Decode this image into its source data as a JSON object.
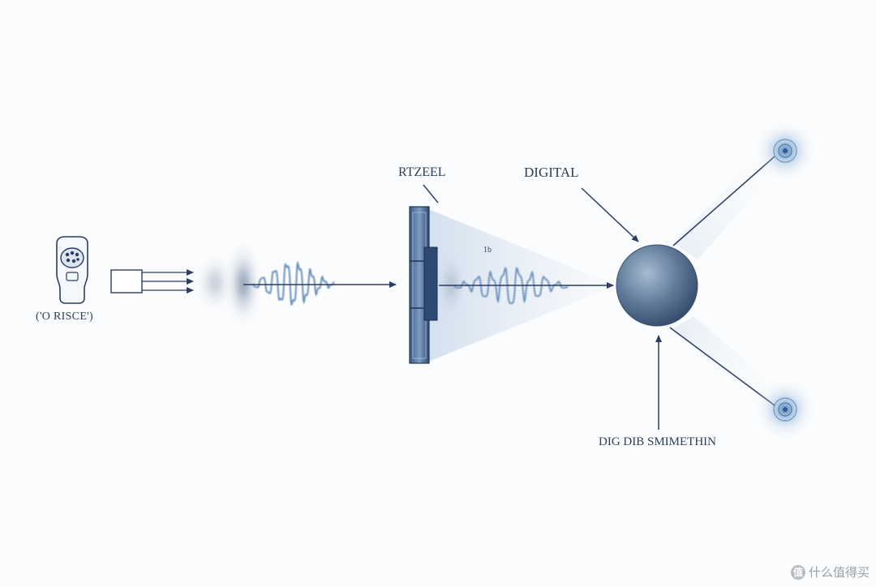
{
  "labels": {
    "source": "('O RISCE')",
    "panel": "RTZEEL",
    "digital": "DIGITAL",
    "bottom": "DIG DIB SMIMETHIN",
    "small": "1b"
  },
  "watermark": {
    "text": "什么值得买",
    "badge": "值"
  },
  "colors": {
    "line": "#2b3d63",
    "wave": "#5b84b3",
    "sphere": "#4f6a8a",
    "glow": "#6e9cc9"
  }
}
